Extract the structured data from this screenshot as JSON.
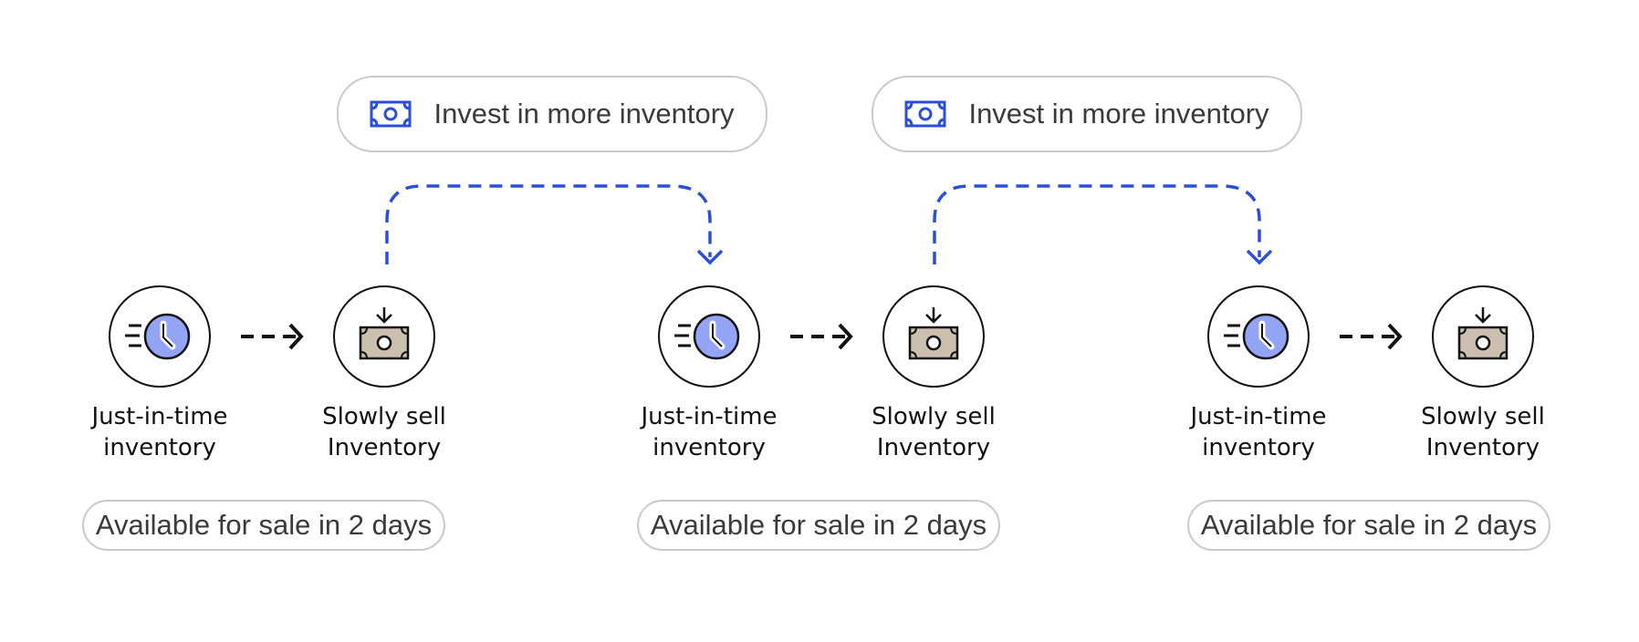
{
  "colors": {
    "accent_blue": "#2b4fd9",
    "clock_fill": "#93a4f4",
    "money_fill": "#cbbfae",
    "pill_border": "#c9c9c9",
    "arrow_black": "#111111"
  },
  "invest_pills": [
    {
      "label": "Invest in more inventory",
      "icon": "banknote-icon"
    },
    {
      "label": "Invest in more inventory",
      "icon": "banknote-icon"
    }
  ],
  "groups": [
    {
      "jit": {
        "line1": "Just-in-time",
        "line2": "inventory",
        "icon": "clock-icon"
      },
      "sell": {
        "line1": "Slowly sell",
        "line2": "Inventory",
        "icon": "money-deposit-icon"
      },
      "availability": "Available for sale in 2 days"
    },
    {
      "jit": {
        "line1": "Just-in-time",
        "line2": "inventory",
        "icon": "clock-icon"
      },
      "sell": {
        "line1": "Slowly sell",
        "line2": "Inventory",
        "icon": "money-deposit-icon"
      },
      "availability": "Available for sale in 2 days"
    },
    {
      "jit": {
        "line1": "Just-in-time",
        "line2": "inventory",
        "icon": "clock-icon"
      },
      "sell": {
        "line1": "Slowly sell",
        "line2": "Inventory",
        "icon": "money-deposit-icon"
      },
      "availability": "Available for sale in 2 days"
    }
  ]
}
